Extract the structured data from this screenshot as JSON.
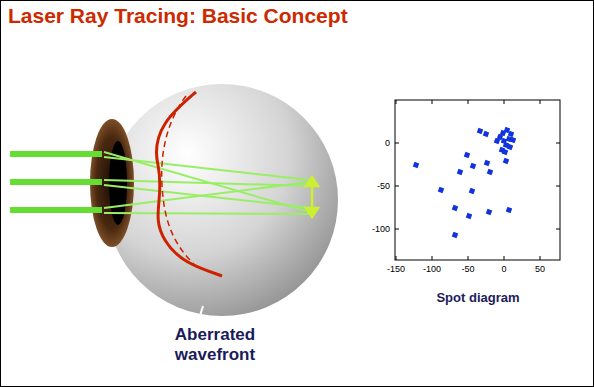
{
  "diagram": {
    "title": "Laser Ray Tracing: Basic Concept",
    "labels": [
      "0",
      "-50",
      "-100",
      "-150",
      "-100",
      "-50",
      "0",
      "50",
      "Aberrated wavefront",
      "Spot diagram"
    ]
  }
}
